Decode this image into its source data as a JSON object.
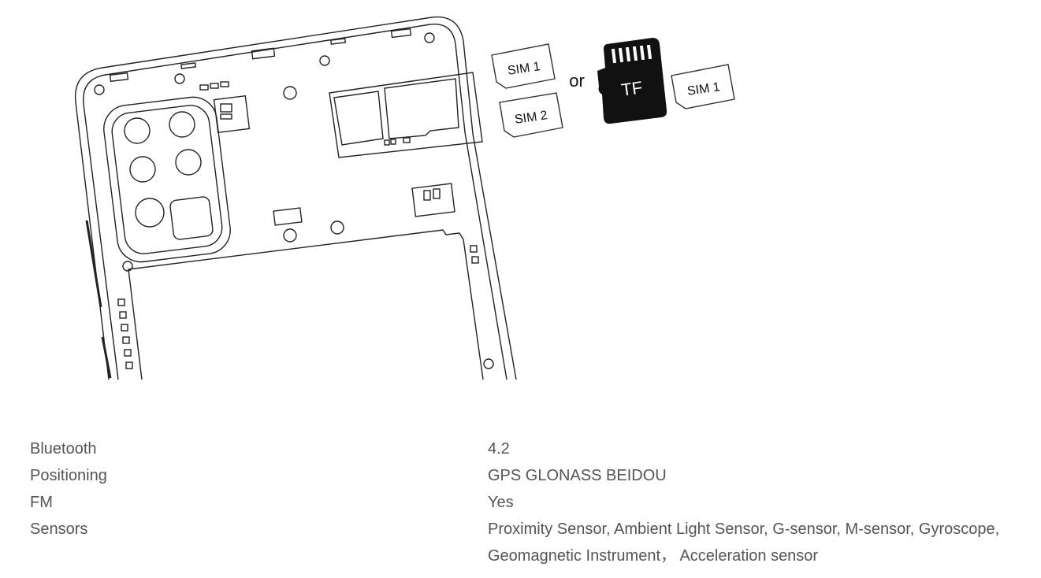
{
  "illustration": {
    "sim1_label": "SIM 1",
    "sim2_label": "SIM 2",
    "or_label": "or",
    "tf_label": "TF",
    "sim1_alt_label": "SIM 1"
  },
  "specs": [
    {
      "label": "Bluetooth",
      "value": "4.2"
    },
    {
      "label": "Positioning",
      "value": "GPS GLONASS BEIDOU"
    },
    {
      "label": "FM",
      "value": "Yes"
    },
    {
      "label": "Sensors",
      "value": "Proximity Sensor, Ambient Light Sensor, G-sensor, M-sensor, Gyroscope,",
      "value_line2": "Geomagnetic Instrument， Acceleration sensor"
    }
  ]
}
